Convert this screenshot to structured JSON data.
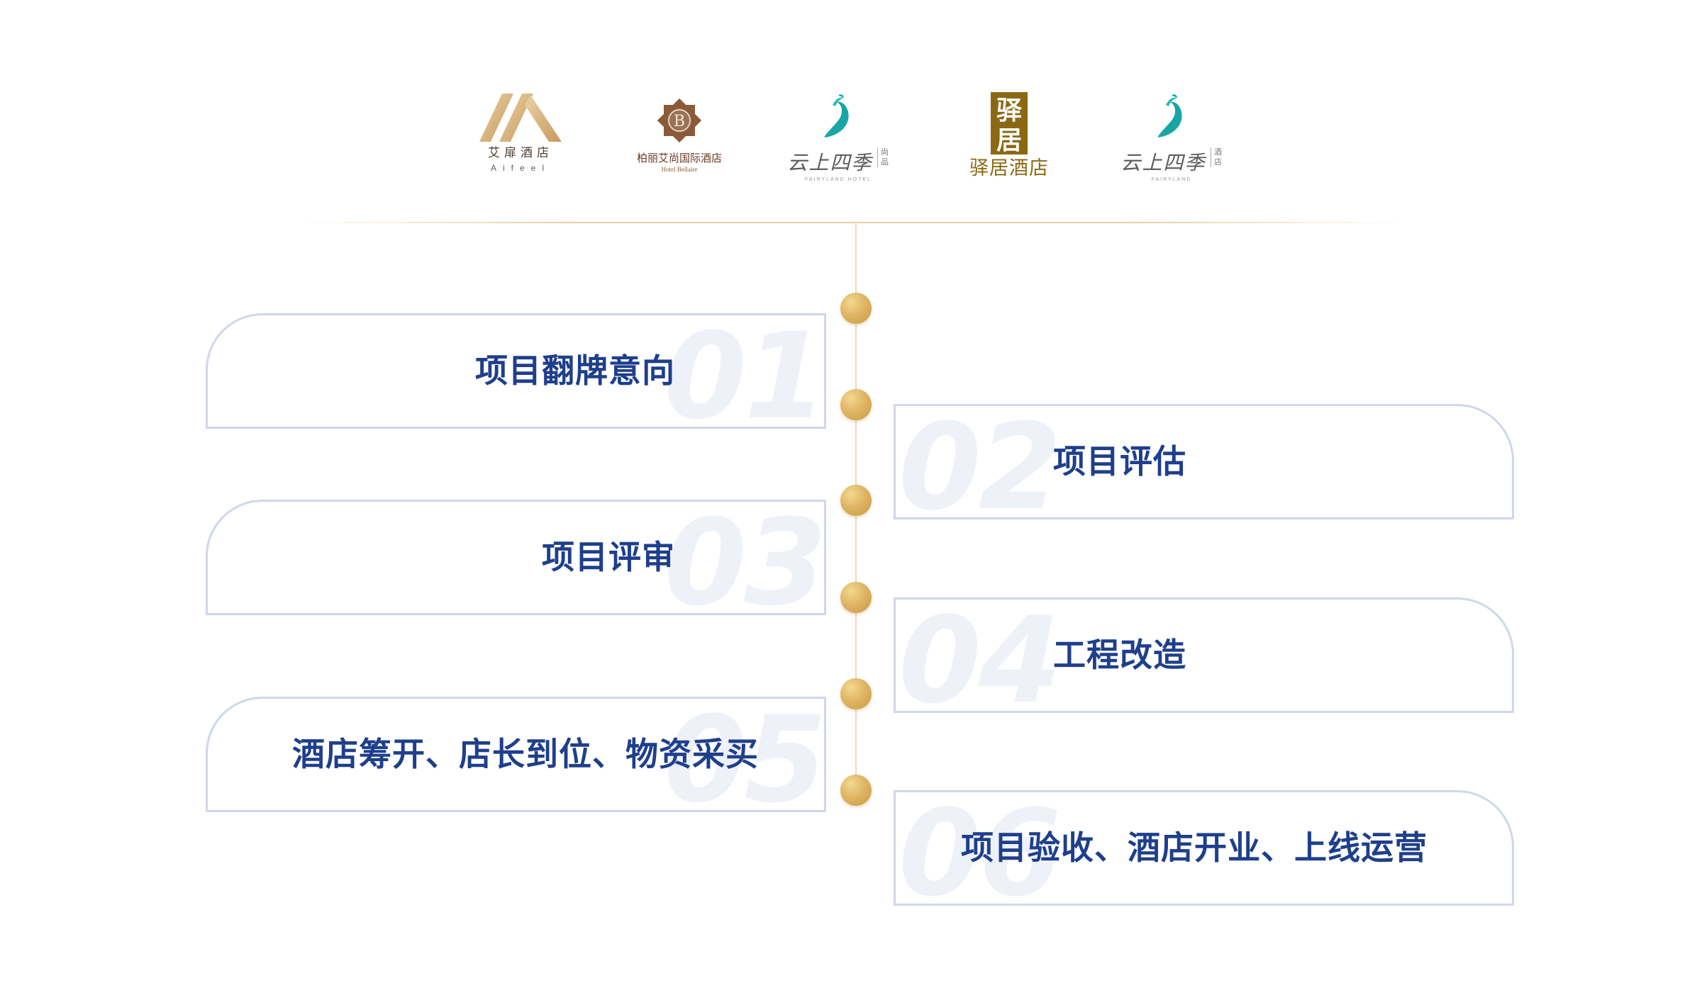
{
  "logos": {
    "aifeel": {
      "name": "艾扉酒店",
      "sub": "Aifeel"
    },
    "bellaire": {
      "name": "柏丽艾尚国际酒店",
      "sub": "Hotel Bellaire",
      "mark": "B"
    },
    "yunshang_1": {
      "name": "云上四季",
      "side": "尚品",
      "sub": "FAIRYLAND HOTEL"
    },
    "yiju": {
      "mark_top": "驿",
      "mark_bottom": "居",
      "name": "驿居酒店"
    },
    "yunshang_2": {
      "name": "云上四季",
      "side": "酒店",
      "sub": "FAIRYLAND"
    }
  },
  "colors": {
    "gold": "#d8ae5e",
    "title_blue": "#1e3f8c",
    "border": "#cfd7ea",
    "teal": "#1aa5a5"
  },
  "steps": [
    {
      "number": "01",
      "label": "项目翻牌意向"
    },
    {
      "number": "02",
      "label": "项目评估"
    },
    {
      "number": "03",
      "label": "项目评审"
    },
    {
      "number": "04",
      "label": "工程改造"
    },
    {
      "number": "05",
      "label": "酒店筹开、店长到位、物资采买"
    },
    {
      "number": "06",
      "label": "项目验收、酒店开业、上线运营"
    }
  ]
}
